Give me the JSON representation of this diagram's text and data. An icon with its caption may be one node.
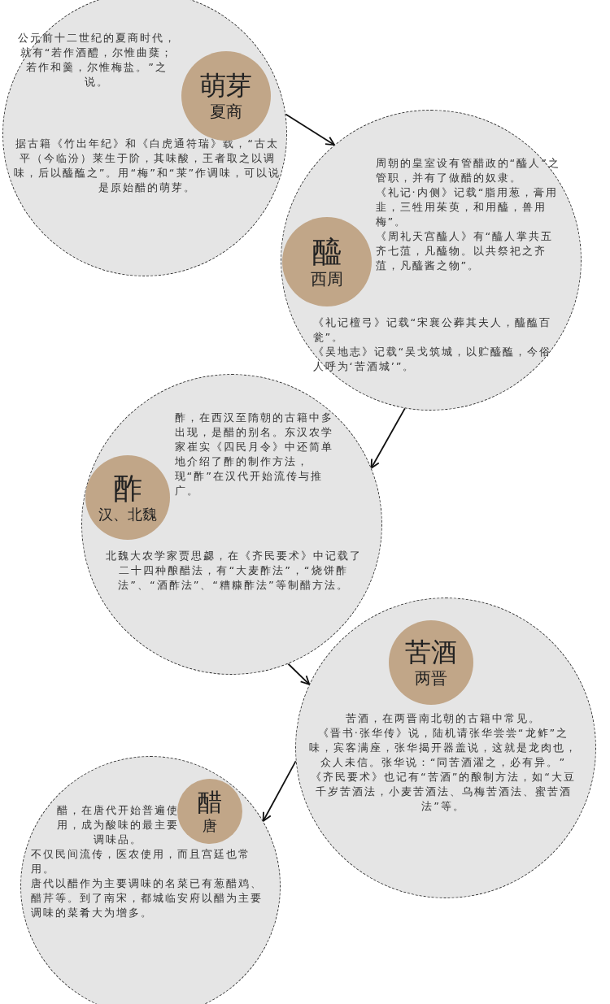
{
  "diagram": {
    "nodes": [
      {
        "text": [
          "公元前十二世纪的夏商时代，就有“若作酒醴，尔惟曲蘖；若作和羹，尔惟梅盐。”之说。",
          "据古籍《竹出年纪》和《白虎通符瑞》载，“古太平（今临汾）莱生于阶，其味酸，王者取之以调味，后以醯醢之”。用“梅”和“莱”作调味，可以说是原始醋的萌芽。"
        ]
      },
      {
        "text": [
          "萌芽",
          "夏商"
        ],
        "in": 0
      },
      {
        "text": [
          "周朝的皇室设有管醋政的“醯人”之管职，并有了做醋的奴隶。",
          "《礼记·内侧》记载“脂用葱，膏用韭，三牲用茱萸，和用醯，兽用梅”。",
          "《周礼天宫醯人》有“醯人掌共五齐七菹，凡醯物。以共祭祀之齐菹，凡醯酱之物”。",
          "《礼记檀弓》记载“宋襄公葬其夫人，醯醢百瓮”。",
          "《吴地志》记载“吴戈筑城，以贮醯醢，今俗人呼为‘苦酒城’”。"
        ]
      },
      {
        "text": [
          "醯",
          "西周"
        ],
        "in": 2
      },
      {
        "text": [
          "酢，在西汉至隋朝的古籍中多出现，是醋的别名。东汉农学家崔实《四民月令》中还简单地介绍了酢的制作方法，现“酢”在汉代开始流传与推广。",
          "北魏大农学家贾思勰，在《齐民要术》中记载了二十四种酿醋法，有“大麦酢法”，“烧饼酢法”、“酒酢法”、“糟糠酢法”等制醋方法。"
        ]
      },
      {
        "text": [
          "酢",
          "汉、北魏"
        ],
        "in": 4
      },
      {
        "text": [
          "苦酒，在两晋南北朝的古籍中常见。",
          "《晋书·张华传》说，陆机请张华尝尝“龙鲊”之味，宾客满座，张华揭开器盖说，这就是龙肉也，众人未信。张华说：“同苦酒濯之，必有异。”",
          "《齐民要术》也记有“苦酒”的酿制方法，如“大豆千岁苦酒法，小麦苦酒法、乌梅苦酒法、蜜苦酒法”等。"
        ]
      },
      {
        "text": [
          "苦酒",
          "两晋"
        ],
        "in": 6
      },
      {
        "text": [
          "醋，在唐代开始普遍使用，成为酸味的最主要调味品。",
          "不仅民间流传，医农使用，而且宫廷也常用。",
          "唐代以醋作为主要调味的名菜已有葱醋鸡、醋芹等。到了南宋，都城临安府以醋为主要调味的菜肴大为增多。"
        ]
      },
      {
        "text": [
          "醋",
          "唐"
        ],
        "in": 8
      }
    ],
    "edges": [
      {
        "from": 0,
        "to": 2,
        "arrow": "to"
      },
      {
        "from": 2,
        "to": 4,
        "arrow": "to"
      },
      {
        "from": 4,
        "to": 6,
        "arrow": "to"
      },
      {
        "from": 6,
        "to": 8,
        "arrow": "to"
      }
    ]
  }
}
